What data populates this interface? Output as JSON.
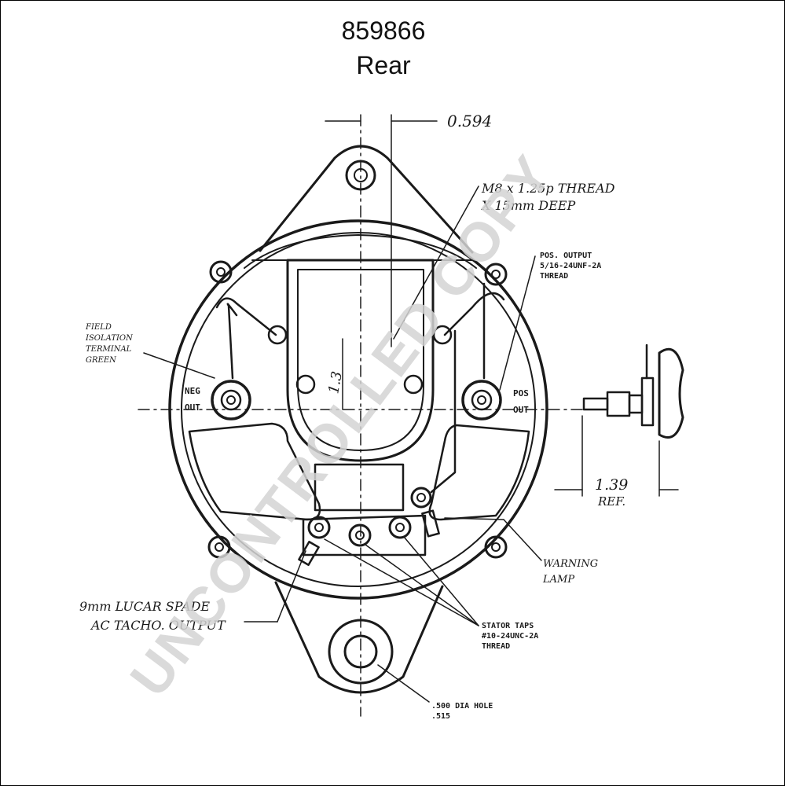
{
  "title": {
    "line1": "859866",
    "line2": "Rear"
  },
  "watermark": "UNCONTROLLED COPY",
  "dimensions": {
    "top_offset": "0.594",
    "ref_length": "1.39",
    "ref_suffix": "REF.",
    "center_height": "1.3"
  },
  "callouts": {
    "thread_line1": "M8 x 1.25p THREAD",
    "thread_line2": "X 15mm DEEP",
    "pos_output_line1": "POS. OUTPUT",
    "pos_output_line2": "5/16-24UNF-2A",
    "pos_output_line3": "THREAD",
    "field_line1": "FIELD",
    "field_line2": "ISOLATION",
    "field_line3": "TERMINAL",
    "field_line4": "GREEN",
    "neg_label": "NEG",
    "neg_label2": "OUT",
    "pos_label": "POS",
    "pos_label2": "OUT",
    "warning_line1": "WARNING",
    "warning_line2": "LAMP",
    "stator_line1": "STATOR TAPS",
    "stator_line2": "#10-24UNC-2A",
    "stator_line3": "THREAD",
    "tacho_line1": "9mm LUCAR SPADE",
    "tacho_line2": "AC TACHO. OUTPUT",
    "hole_line1": ".500 DIA HOLE",
    "hole_line2": ".515"
  },
  "colors": {
    "ink": "#1a1a1a",
    "watermark": "#d4d4d4"
  }
}
